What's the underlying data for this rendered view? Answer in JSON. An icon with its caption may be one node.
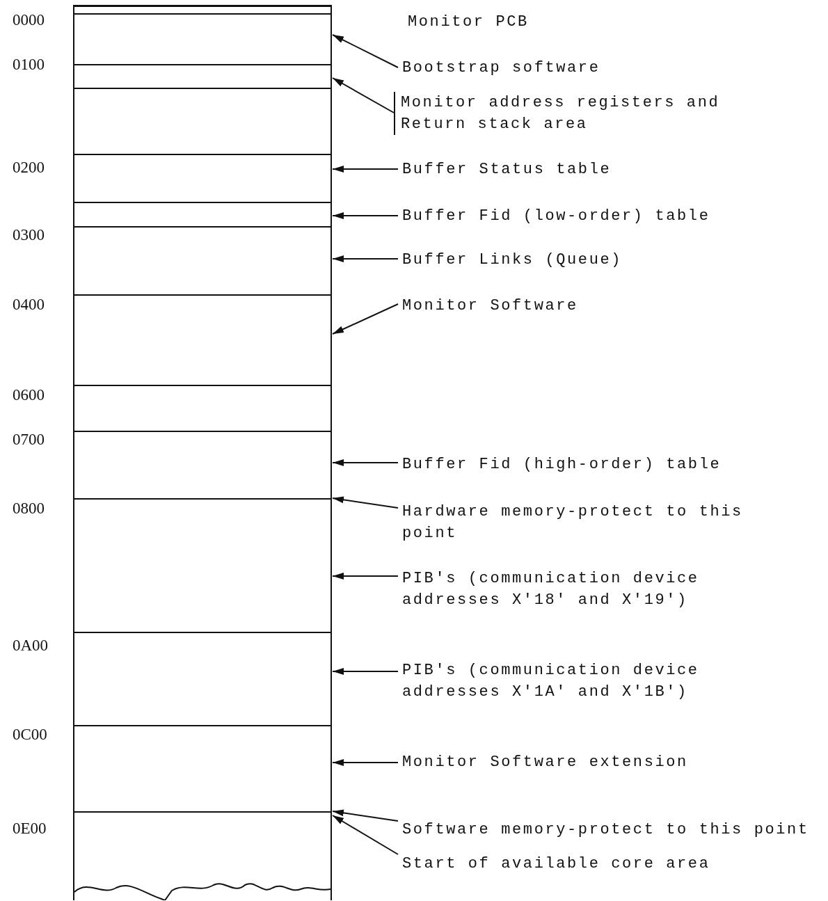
{
  "diagram": {
    "nodes": [
      {
        "text": [],
        "shape": "box"
      },
      {
        "text": [],
        "shape": "box"
      },
      {
        "text": [],
        "shape": "box"
      },
      {
        "text": [],
        "shape": "box"
      },
      {
        "text": [],
        "shape": "box"
      },
      {
        "text": [],
        "shape": "box"
      },
      {
        "text": [],
        "shape": "box"
      },
      {
        "text": [],
        "shape": "box"
      },
      {
        "text": [],
        "shape": "box"
      },
      {
        "text": [],
        "shape": "box"
      },
      {
        "text": [],
        "shape": "box"
      },
      {
        "text": [],
        "shape": "box"
      },
      {
        "text": [],
        "shape": "box"
      },
      {
        "text": [],
        "shape": "box"
      },
      {
        "text": [
          "Bootstrap software"
        ]
      },
      {
        "text": [
          "Monitor address registers and Return stack area"
        ]
      },
      {
        "text": [
          "Buffer Status table"
        ]
      },
      {
        "text": [
          "Buffer Fid (low-order) table"
        ]
      },
      {
        "text": [
          "Buffer Links (Queue)"
        ]
      },
      {
        "text": [
          "Monitor Software"
        ]
      },
      {
        "text": [
          "Buffer Fid (high-order) table"
        ]
      },
      {
        "text": [
          "Hardware memory-protect to this point"
        ]
      },
      {
        "text": [
          "PIB's (communication device addresses X'18' and X'19')"
        ]
      },
      {
        "text": [
          "PIB's (communication device addresses X'1A' and X'1B')"
        ]
      },
      {
        "text": [
          "Monitor Software extension"
        ]
      },
      {
        "text": [
          "Software memory-protect to this point"
        ]
      },
      {
        "text": [
          "Start of available core area"
        ]
      }
    ],
    "edges": [
      {
        "from": 14,
        "to": 1,
        "arrow": "to"
      },
      {
        "from": 15,
        "to": 2,
        "arrow": "to"
      },
      {
        "from": 16,
        "to": 4,
        "arrow": "to"
      },
      {
        "from": 17,
        "to": 5,
        "arrow": "to"
      },
      {
        "from": 18,
        "to": 6,
        "arrow": "to"
      },
      {
        "from": 19,
        "to": 7,
        "arrow": "to"
      },
      {
        "from": 20,
        "to": 9,
        "arrow": "to"
      },
      {
        "from": 21,
        "to": 9,
        "arrow": "to"
      },
      {
        "from": 22,
        "to": 10,
        "arrow": "to"
      },
      {
        "from": 23,
        "to": 11,
        "arrow": "to"
      },
      {
        "from": 24,
        "to": 12,
        "arrow": "to"
      },
      {
        "from": 25,
        "to": 12,
        "arrow": "to"
      },
      {
        "from": 26,
        "to": 13,
        "arrow": "to"
      }
    ],
    "labels": [
      "0000",
      "Monitor PCB",
      "0100",
      "0200",
      "0300",
      "0400",
      "0600",
      "0700",
      "0800",
      "0A00",
      "0C00",
      "0E00"
    ]
  }
}
